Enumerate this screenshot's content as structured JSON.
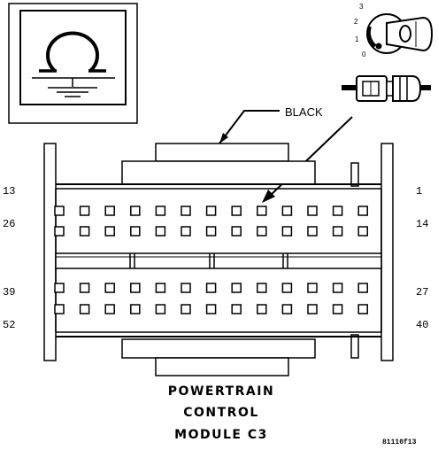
{
  "ground_symbol_icon": "ohm-ground-icon",
  "key_icon": "ignition-key-icon",
  "connector_icon": "connector-plug-icon",
  "callout": {
    "label": "BLACK"
  },
  "pin_labels": {
    "row1_left": "13",
    "row1_right": "1",
    "row2_left": "26",
    "row2_right": "14",
    "row3_left": "39",
    "row3_right": "27",
    "row4_left": "52",
    "row4_right": "40"
  },
  "key_positions": [
    "3",
    "2",
    "1",
    "0"
  ],
  "title_lines": [
    "POWERTRAIN",
    "CONTROL",
    "MODULE C3"
  ],
  "figure_code": "81110f13"
}
